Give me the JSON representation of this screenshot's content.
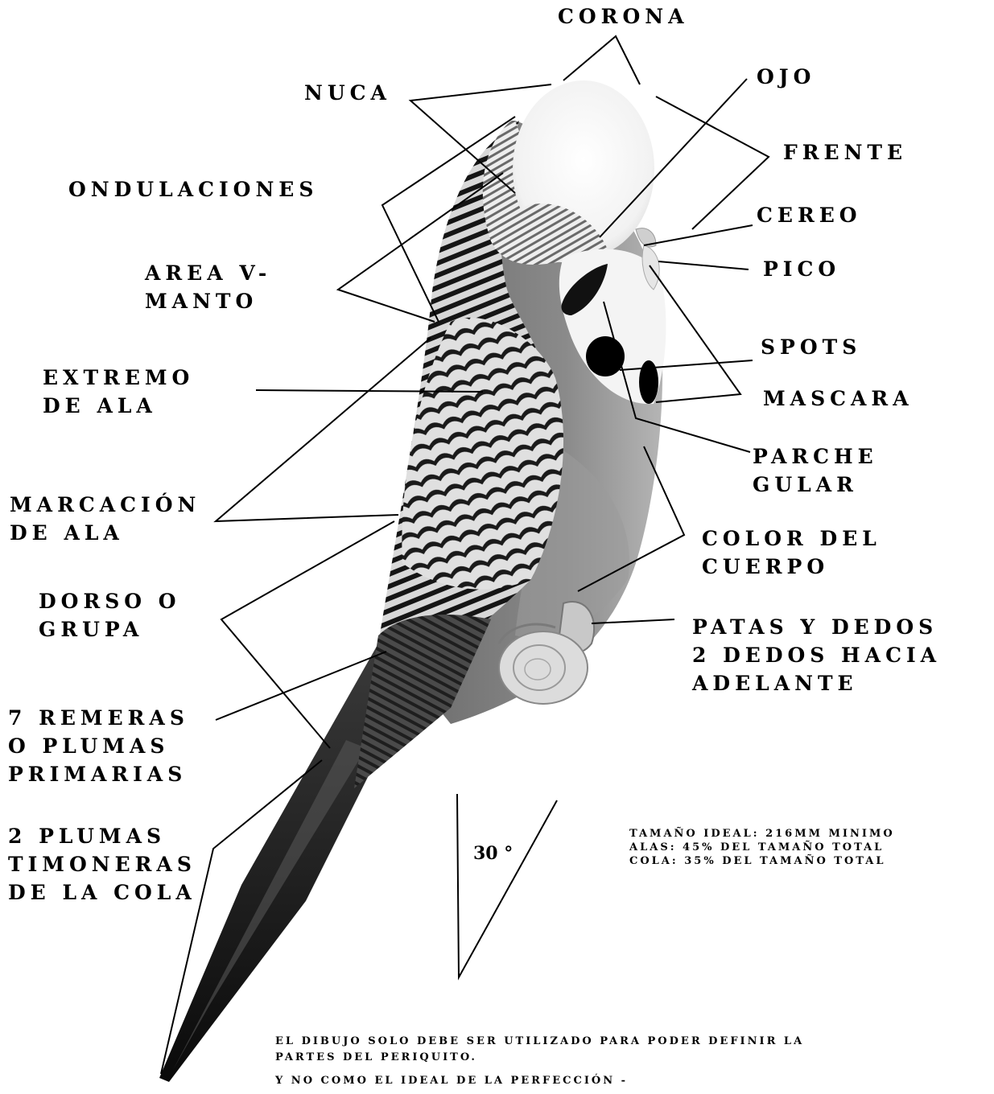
{
  "labels": {
    "corona": "CORONA",
    "nuca": "NUCA",
    "ojo": "OJO",
    "frente": "FRENTE",
    "ondulaciones": "ONDULACIONES",
    "cereo": "CEREO",
    "pico": "PICO",
    "area_manto": [
      "AREA V-",
      "MANTO"
    ],
    "spots": "SPOTS",
    "extremo_ala": [
      "EXTREMO",
      "DE ALA"
    ],
    "mascara": "MASCARA",
    "parche_gular": [
      "PARCHE",
      "GULAR"
    ],
    "marcacion_ala": [
      "MARCACIÓN",
      "DE ALA"
    ],
    "color_cuerpo": [
      "COLOR DEL",
      "CUERPO"
    ],
    "dorso_grupa": [
      "DORSO O",
      "GRUPA"
    ],
    "patas_dedos": [
      "PATAS Y DEDOS",
      "2 DEDOS HACIA",
      "ADELANTE"
    ],
    "remeras": [
      "7 REMERAS",
      "O PLUMAS",
      "PRIMARIAS"
    ],
    "timoneras": [
      "2 PLUMAS",
      "TIMONERAS",
      "DE LA COLA"
    ]
  },
  "angle_label": "30 °",
  "size_info": [
    "TAMAÑO IDEAL: 216MM MINIMO",
    "ALAS: 45% DEL TAMAÑO TOTAL",
    "COLA: 35% DEL TAMAÑO TOTAL"
  ],
  "disclaimer": [
    "EL DIBUJO SOLO DEBE SER UTILIZADO PARA PODER DEFINIR LA",
    "PARTES DEL PERIQUITO.",
    "Y NO COMO EL IDEAL DE LA PERFECCIÓN -"
  ]
}
